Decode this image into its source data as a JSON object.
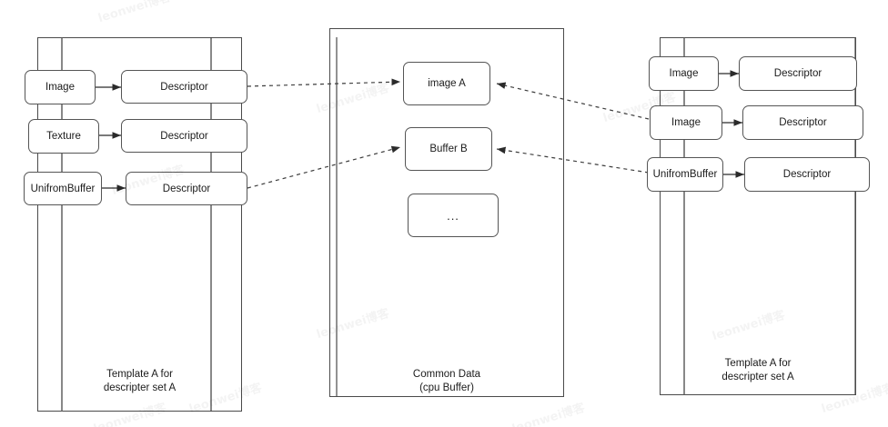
{
  "diagram": {
    "title": "Descriptor set template / common data diagram",
    "background": "#ffffff",
    "stroke": "#555555",
    "panels": [
      {
        "id": "left",
        "caption": "Template A for\ndescripter set A",
        "nodes": [
          {
            "id": "l-image",
            "label": "Image"
          },
          {
            "id": "l-texture",
            "label": "Texture"
          },
          {
            "id": "l-ubo",
            "label": "UnifromBuffer"
          },
          {
            "id": "l-desc-1",
            "label": "Descriptor"
          },
          {
            "id": "l-desc-2",
            "label": "Descriptor"
          },
          {
            "id": "l-desc-3",
            "label": "Descriptor"
          }
        ]
      },
      {
        "id": "middle",
        "caption": "Common Data\n(cpu Buffer)",
        "nodes": [
          {
            "id": "m-image-a",
            "label": "image A"
          },
          {
            "id": "m-buffer-b",
            "label": "Buffer B"
          },
          {
            "id": "m-more",
            "label": "..."
          }
        ]
      },
      {
        "id": "right",
        "caption": "Template A for\ndescripter set A",
        "nodes": [
          {
            "id": "r-image-1",
            "label": "Image"
          },
          {
            "id": "r-image-2",
            "label": "Image"
          },
          {
            "id": "r-ubo",
            "label": "UnifromBuffer"
          },
          {
            "id": "r-desc-1",
            "label": "Descriptor"
          },
          {
            "id": "r-desc-2",
            "label": "Descriptor"
          },
          {
            "id": "r-desc-3",
            "label": "Descriptor"
          }
        ]
      }
    ],
    "connections": [
      {
        "from": "l-image",
        "to": "l-desc-1",
        "style": "solid"
      },
      {
        "from": "l-texture",
        "to": "l-desc-2",
        "style": "solid"
      },
      {
        "from": "l-ubo",
        "to": "l-desc-3",
        "style": "solid"
      },
      {
        "from": "l-desc-1",
        "to": "m-image-a",
        "style": "dashed"
      },
      {
        "from": "l-desc-3",
        "to": "m-buffer-b",
        "style": "dashed"
      },
      {
        "from": "r-image-1",
        "to": "r-desc-1",
        "style": "solid"
      },
      {
        "from": "r-image-2",
        "to": "r-desc-2",
        "style": "solid"
      },
      {
        "from": "r-ubo",
        "to": "r-desc-3",
        "style": "solid"
      },
      {
        "from": "r-image-2",
        "to": "m-image-a",
        "style": "dashed"
      },
      {
        "from": "r-ubo",
        "to": "m-buffer-b",
        "style": "dashed"
      }
    ],
    "watermark_text": "leonwei博客"
  }
}
